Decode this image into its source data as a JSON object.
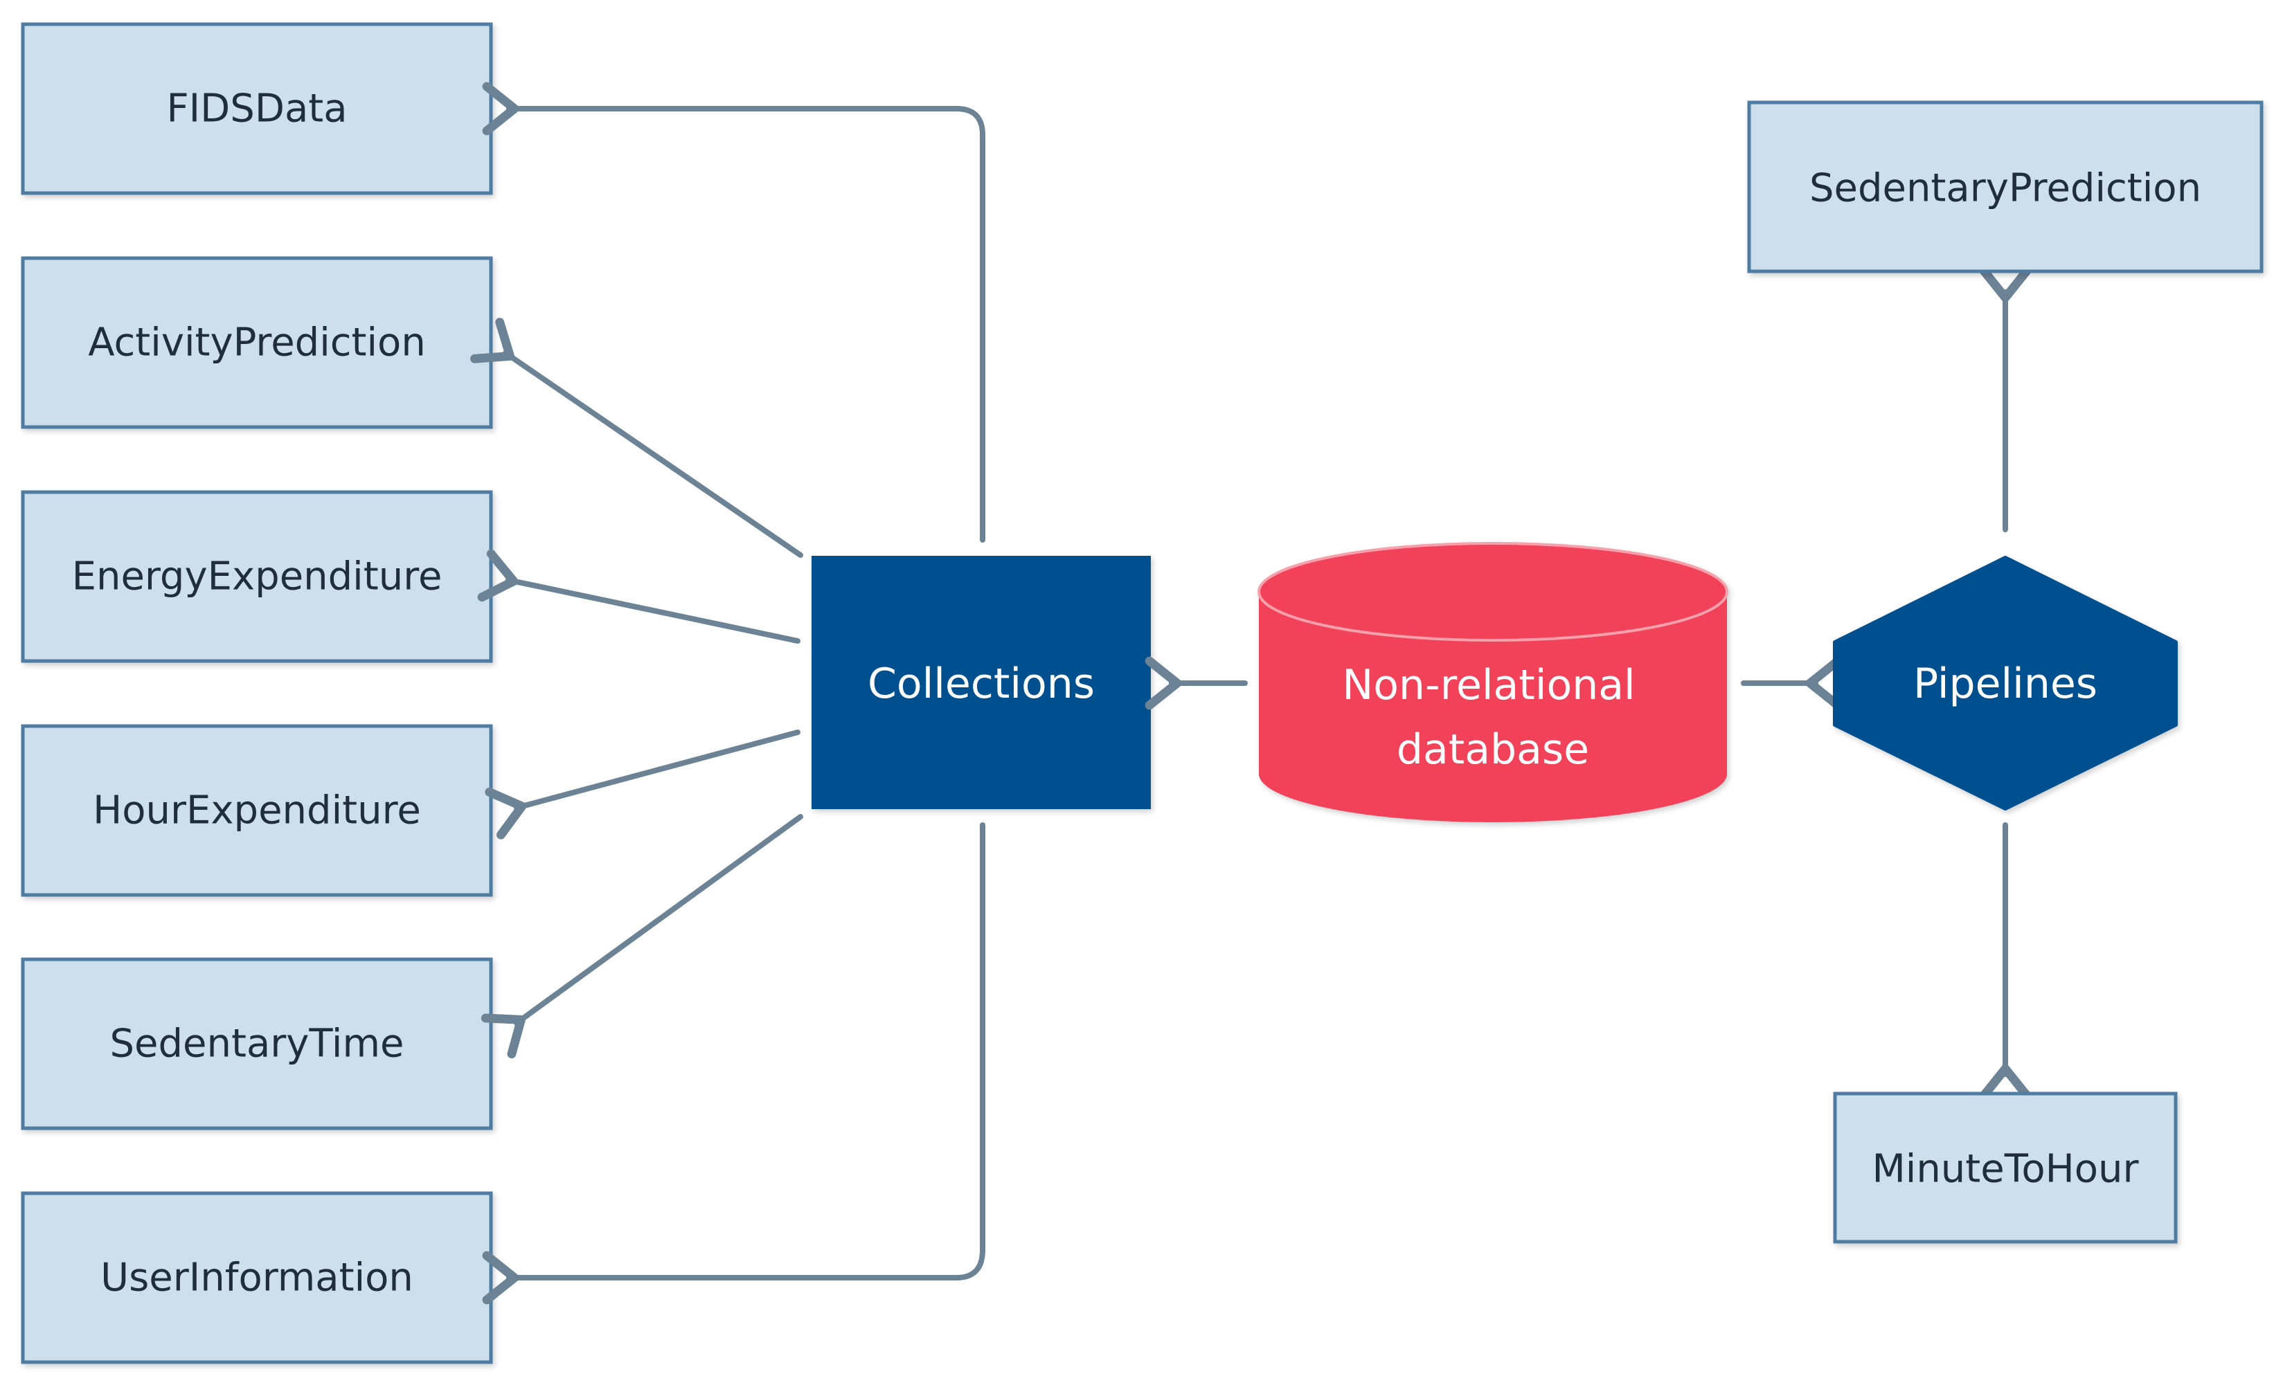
{
  "colors": {
    "box_fill": "#cddfea",
    "box_border": "#4f7ba3",
    "collections_fill": "#004f8f",
    "database_fill": "#f2425a",
    "database_top": "#f35a6e",
    "pipelines_fill": "#004f8f",
    "arrow": "#6c8295",
    "text_dark": "#1f2d3d",
    "text_light": "#ffffff"
  },
  "collection_items": [
    "FIDSData",
    "ActivityPrediction",
    "EnergyExpenditure",
    "HourExpenditure",
    "SedentaryTime",
    "UserInformation"
  ],
  "collections": {
    "label": "Collections"
  },
  "database": {
    "line1": "Non-relational",
    "line2": "database"
  },
  "pipelines": {
    "label": "Pipelines"
  },
  "pipeline_outputs": {
    "top": "SedentaryPrediction",
    "bottom": "MinuteToHour"
  }
}
